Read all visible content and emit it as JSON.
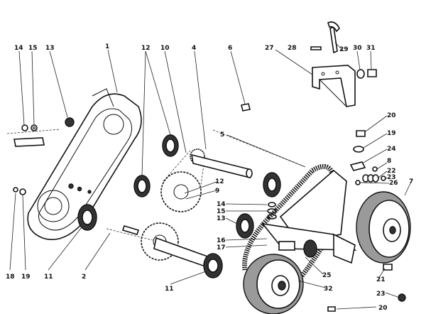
{
  "part_numbers": {
    "p14_top": "14",
    "p15_top": "15",
    "p13": "13",
    "p1": "1",
    "p12_top": "12",
    "p10": "10",
    "p4": "4",
    "p6": "6",
    "p27": "27",
    "p28": "28",
    "p29": "29",
    "p30": "30",
    "p31": "31",
    "p20_r": "20",
    "p19_r": "19",
    "p24": "24",
    "p5": "5",
    "p8": "8",
    "p22": "22",
    "p23_r": "23",
    "p26": "26",
    "p7": "7",
    "p12_mid": "12",
    "p9": "9",
    "p14_mid": "14",
    "p15_mid": "15",
    "p13_mid": "13",
    "p16": "16",
    "p17": "17",
    "p18_l": "18",
    "p19_l": "19",
    "p11_l": "11",
    "p2": "2",
    "p11_b": "11",
    "p25": "25",
    "p32": "32",
    "p21": "21",
    "p23_b": "23",
    "p20_b": "20"
  }
}
